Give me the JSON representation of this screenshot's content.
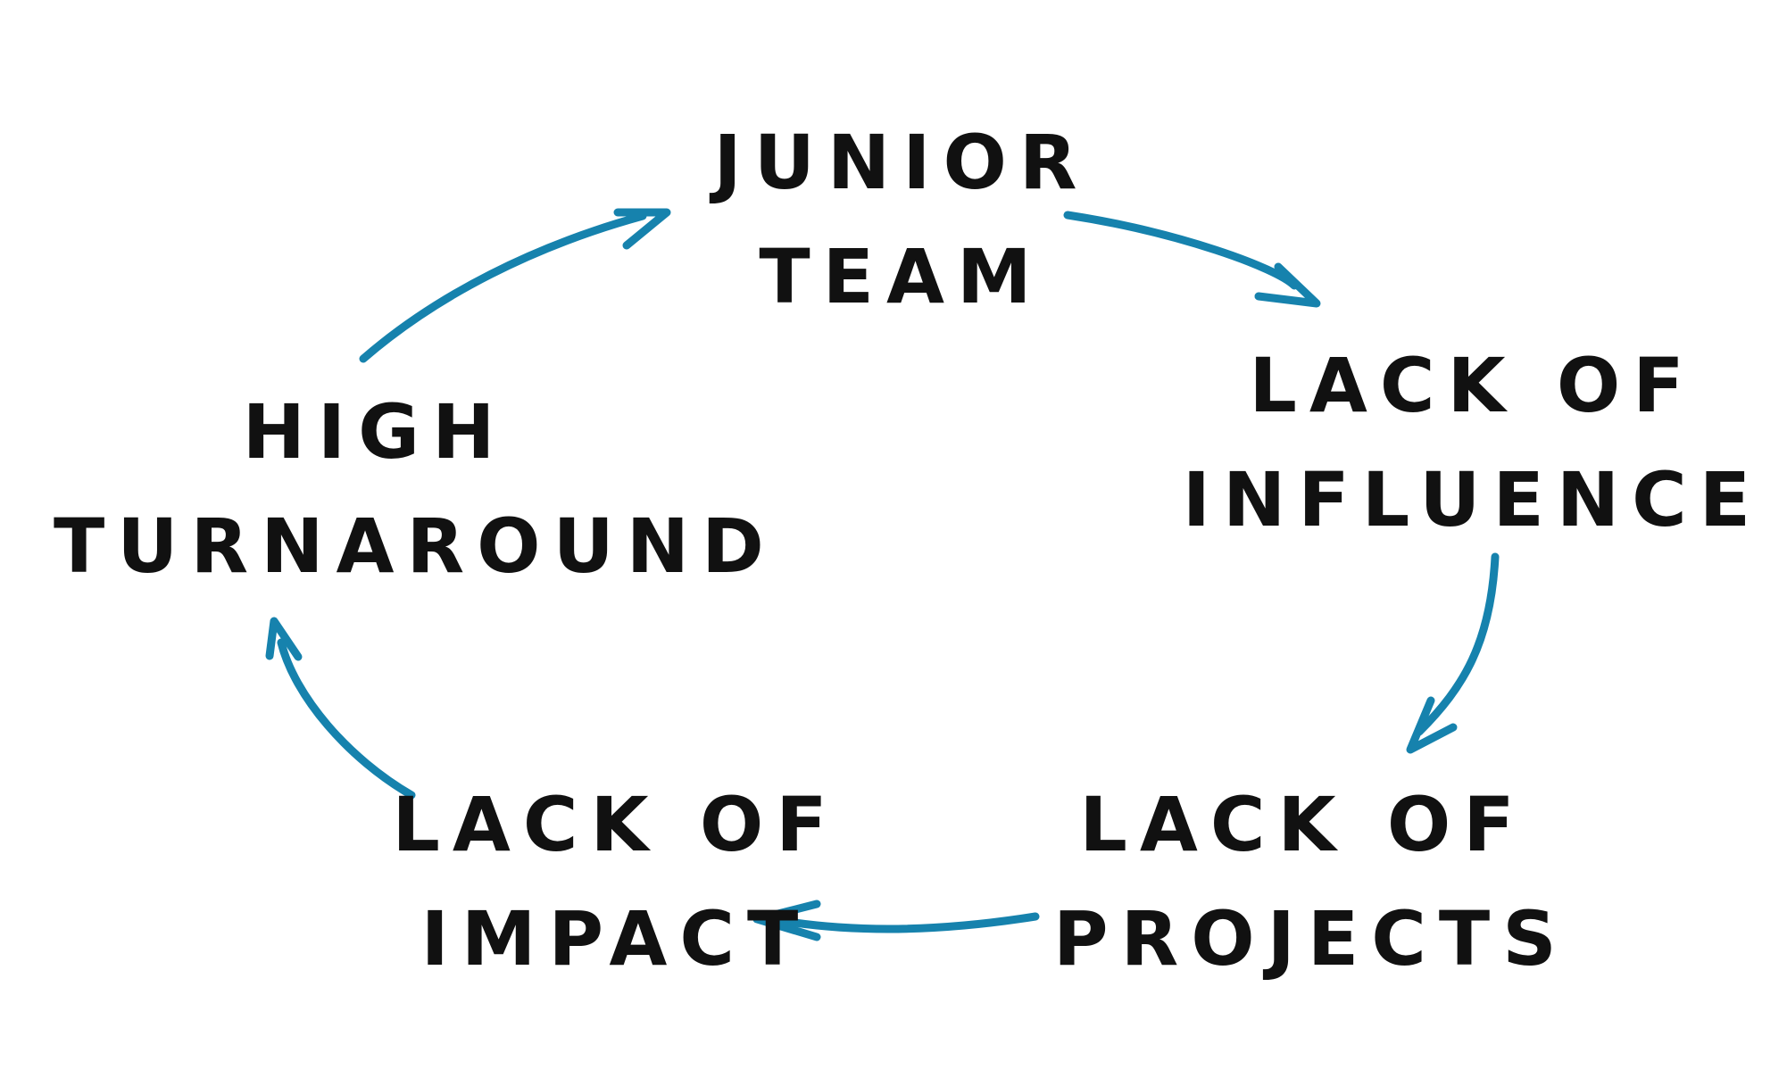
{
  "colors": {
    "text": "#111111",
    "arrow": "#1682ad",
    "background": "#ffffff"
  },
  "nodes": [
    {
      "id": "junior-team",
      "lines": [
        "JUNIOR",
        "TEAM"
      ]
    },
    {
      "id": "lack-of-influence",
      "lines": [
        "LACK OF",
        "INFLUENCE"
      ]
    },
    {
      "id": "lack-of-projects",
      "lines": [
        "LACK OF",
        "PROJECTS"
      ]
    },
    {
      "id": "lack-of-impact",
      "lines": [
        "LACK OF",
        "IMPACT"
      ]
    },
    {
      "id": "high-turnaround",
      "lines": [
        "HIGH",
        "TURNAROUND"
      ]
    }
  ],
  "edges": [
    {
      "from": "junior-team",
      "to": "lack-of-influence"
    },
    {
      "from": "lack-of-influence",
      "to": "lack-of-projects"
    },
    {
      "from": "lack-of-projects",
      "to": "lack-of-impact"
    },
    {
      "from": "lack-of-impact",
      "to": "high-turnaround"
    },
    {
      "from": "high-turnaround",
      "to": "junior-team"
    }
  ]
}
